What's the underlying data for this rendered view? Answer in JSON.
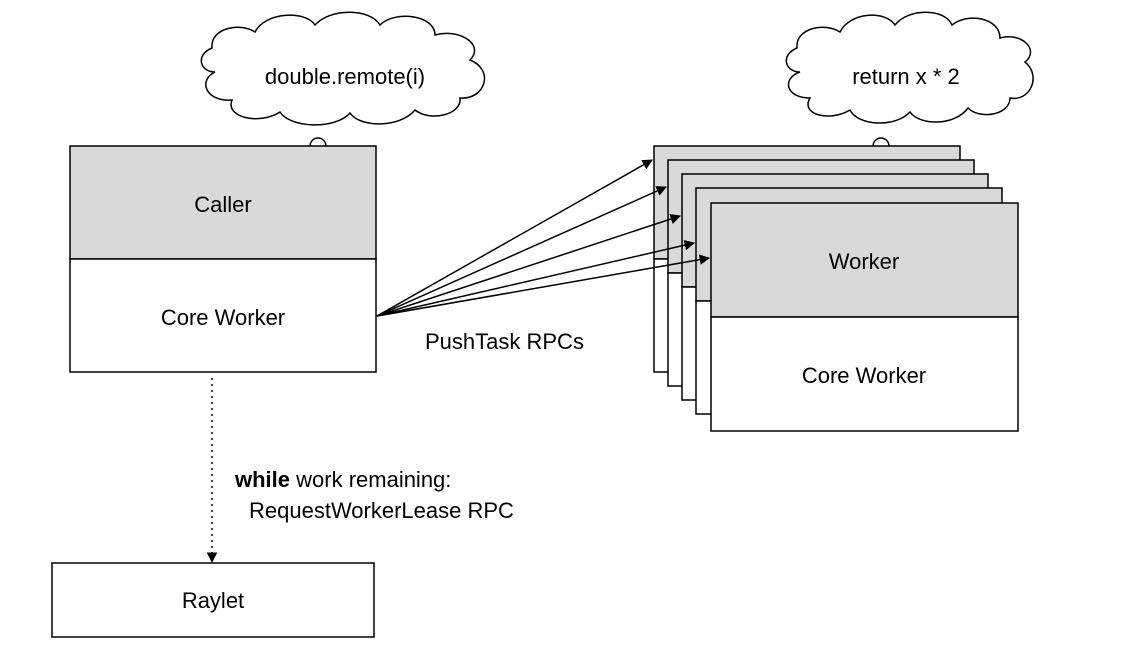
{
  "caller": {
    "top_label": "Caller",
    "bottom_label": "Core Worker",
    "thought": "double.remote(i)"
  },
  "workers": {
    "top_label": "Worker",
    "bottom_label": "Core Worker",
    "thought": "return x * 2",
    "count": 5
  },
  "push_label": "PushTask RPCs",
  "lease": {
    "keyword": "while",
    "line1_rest": " work remaining:",
    "line2": "RequestWorkerLease RPC"
  },
  "raylet_label": "Raylet",
  "colors": {
    "header_fill": "#d9d9d9",
    "body_fill": "#ffffff",
    "stroke": "#000000"
  }
}
